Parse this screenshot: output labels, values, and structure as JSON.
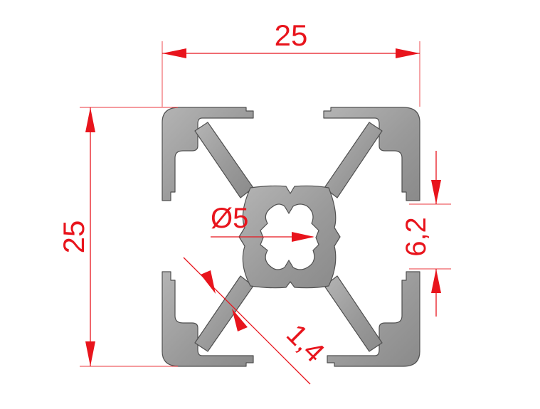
{
  "drawing": {
    "dimensions": {
      "width": "25",
      "height": "25",
      "bore": "Ø5",
      "slot": "6,2",
      "wall": "1,4"
    },
    "colors": {
      "dimension": "#e8141c",
      "profile_fill": "#9a9a9a",
      "profile_edge": "#505050",
      "background": "#ffffff"
    }
  }
}
